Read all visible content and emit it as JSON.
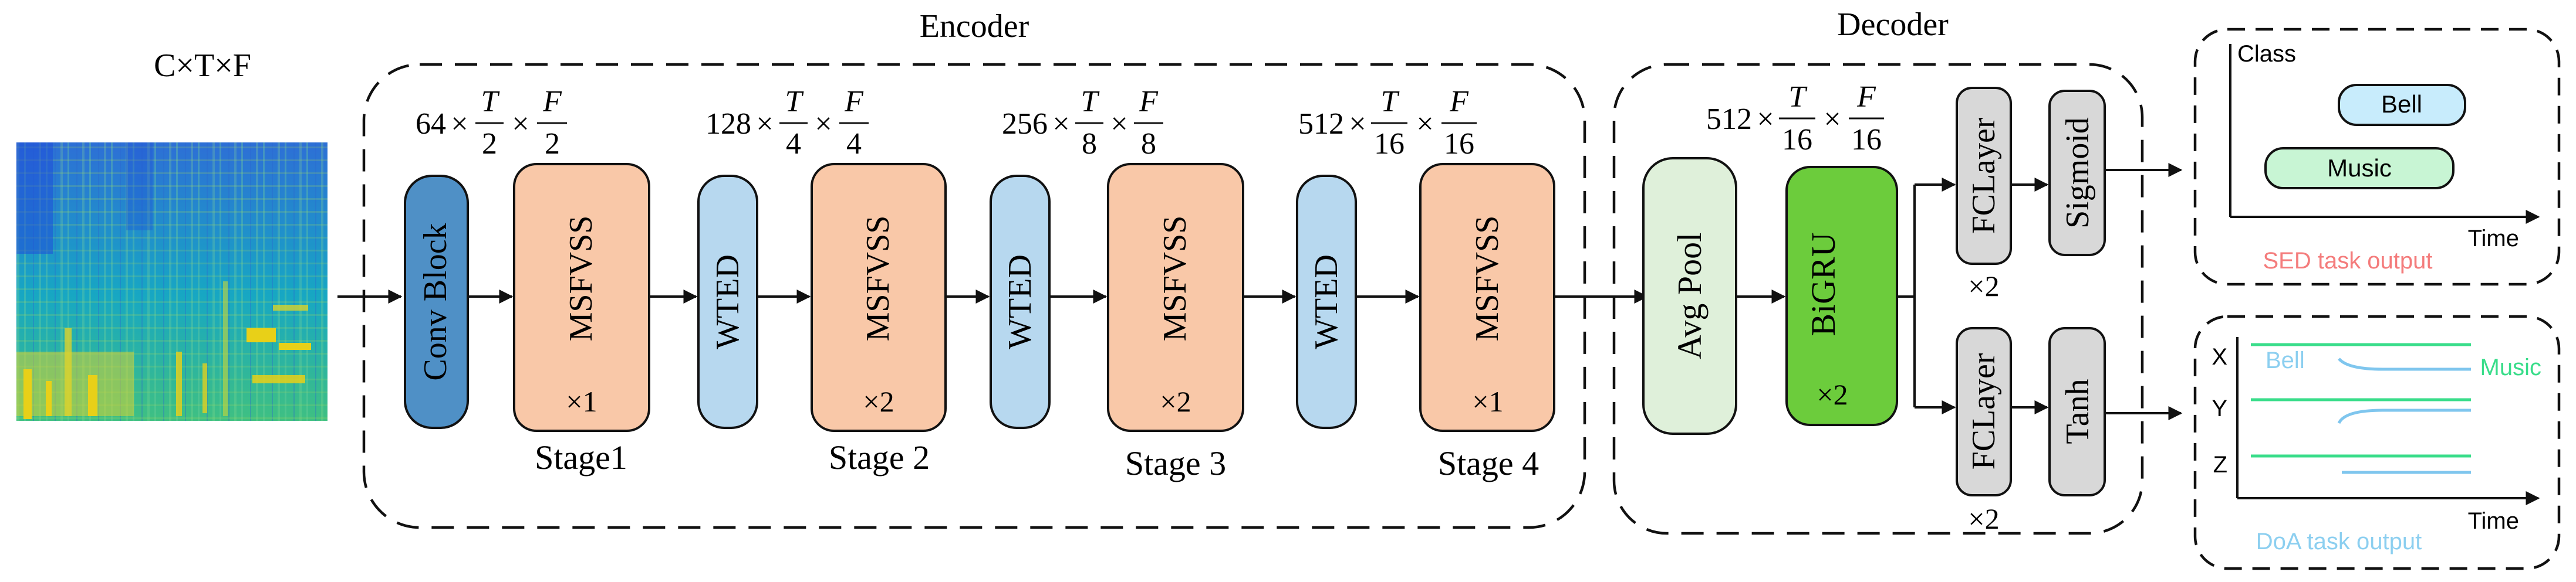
{
  "input_label": "C×T×F",
  "encoder": {
    "title": "Encoder",
    "conv_block": "Conv Block",
    "wted": "WTED",
    "msfvss": "MSFVSS",
    "blocks": [
      {
        "dim": "64",
        "t_den": "2",
        "f_den": "2",
        "repeat": "×1",
        "stage": "Stage1"
      },
      {
        "dim": "128",
        "t_den": "4",
        "f_den": "4",
        "repeat": "×2",
        "stage": "Stage 2"
      },
      {
        "dim": "256",
        "t_den": "8",
        "f_den": "8",
        "repeat": "×2",
        "stage": "Stage 3"
      },
      {
        "dim": "512",
        "t_den": "16",
        "f_den": "16",
        "repeat": "×1",
        "stage": "Stage 4"
      }
    ]
  },
  "decoder": {
    "title": "Decoder",
    "avg_pool": "Avg Pool",
    "bigru": "BiGRU",
    "bigru_repeat": "×2",
    "dim": {
      "dim": "512",
      "t_den": "16",
      "f_den": "16"
    },
    "fclayer": "FCLayer",
    "fc_repeat": "×2",
    "sigmoid": "Sigmoid",
    "tanh": "Tanh"
  },
  "formula": {
    "times": "×",
    "t": "T",
    "f": "F"
  },
  "sed_output": {
    "y_axis": "Class",
    "x_axis": "Time",
    "classes": [
      "Bell",
      "Music"
    ],
    "caption": "SED task output"
  },
  "doa_output": {
    "axes": [
      "X",
      "Y",
      "Z"
    ],
    "x_axis": "Time",
    "legend": [
      "Bell",
      "Music"
    ],
    "caption": "DoA task output"
  },
  "colors": {
    "conv_block": "#4f90c6",
    "wted": "#b7d8ef",
    "msfvss": "#f9c8a8",
    "avg_pool": "#dff0da",
    "bigru": "#6ccc3c",
    "gray_block": "#d8d8d8",
    "bell": "#c8ecfc",
    "music": "#c8f5d4",
    "sed_caption": "#f47c7c",
    "doa_caption": "#8ccff0",
    "music_line": "#39dd8a",
    "bell_line": "#7fc6ee"
  }
}
